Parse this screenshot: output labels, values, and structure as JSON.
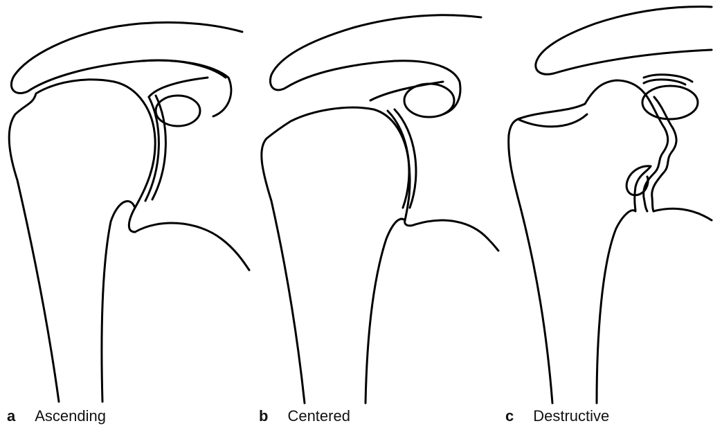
{
  "panels": [
    {
      "letter": "a",
      "label": "Ascending"
    },
    {
      "letter": "b",
      "label": "Centered"
    },
    {
      "letter": "c",
      "label": "Destructive"
    }
  ],
  "colors": {
    "line": "#000000",
    "background": "#ffffff"
  }
}
